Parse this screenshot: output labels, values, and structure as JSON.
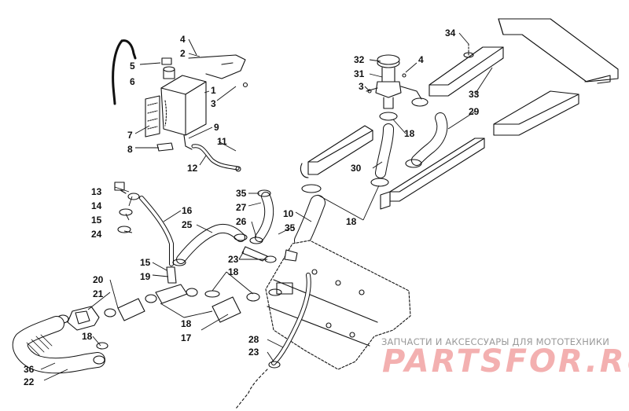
{
  "watermark": {
    "line1": "ЗАПЧАСТИ И АКСЕССУАРЫ ДЛЯ МОТОТЕХНИКИ",
    "logo": "PARTSFOR.RU"
  },
  "callouts": [
    "1",
    "2",
    "3",
    "4",
    "5",
    "6",
    "7",
    "8",
    "9",
    "10",
    "11",
    "12",
    "13",
    "14",
    "15",
    "16",
    "17",
    "18",
    "19",
    "20",
    "21",
    "22",
    "23",
    "24",
    "25",
    "26",
    "27",
    "28",
    "29",
    "30",
    "31",
    "32",
    "33",
    "34",
    "35",
    "36"
  ],
  "colors": {
    "line": "#111111",
    "watermark_text": "#9a9a9a",
    "watermark_logo": "#f2a3a3"
  }
}
